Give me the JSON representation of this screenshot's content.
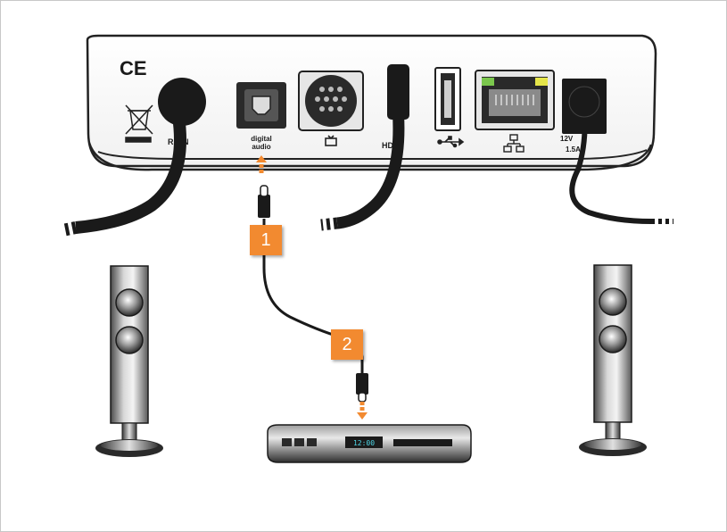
{
  "box_labels": {
    "ce_mark": "CE",
    "rf_in": "RF IN",
    "digital_audio_line1": "digital",
    "digital_audio_line2": "audio",
    "hdmi": "HDMI",
    "power_line1": "12V",
    "power_line2": "1.5A"
  },
  "steps": [
    "1",
    "2"
  ],
  "receiver": {
    "display_time": "12:00"
  },
  "colors": {
    "step_badge": "#f28a30",
    "arrow": "#f28a30",
    "box_body": "#ffffff",
    "cable": "#1a1a1a",
    "led_green": "#7bc74d",
    "led_yellow": "#e6e64a"
  },
  "icons": [
    "recycle-bin-crossed-icon",
    "tv-icon",
    "usb-icon",
    "network-icon",
    "arrow-up-icon",
    "arrow-down-icon",
    "speaker-icon"
  ]
}
